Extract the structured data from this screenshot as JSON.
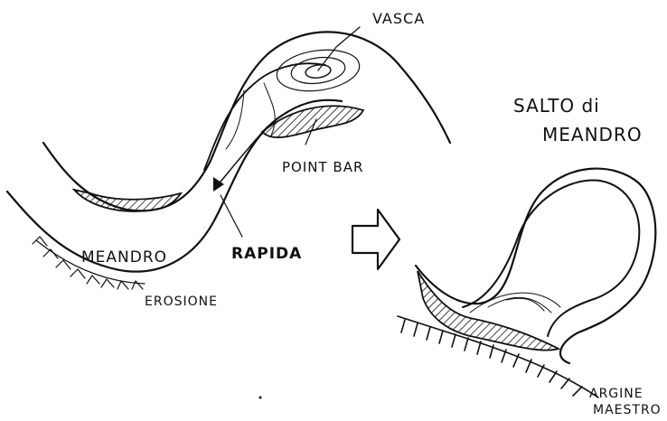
{
  "labels": {
    "vasca": "VASCA",
    "salto_line1": "SALTO di",
    "salto_line2": "MEANDRO",
    "point_bar": "POINT BAR",
    "meandro": "MEANDRO",
    "rapida": "RAPIDA",
    "erosione": "EROSIONE",
    "argine_line1": "ARGINE",
    "argine_line2": "MAESTRO"
  },
  "colors": {
    "ink": "#111111",
    "paper": "#ffffff"
  }
}
